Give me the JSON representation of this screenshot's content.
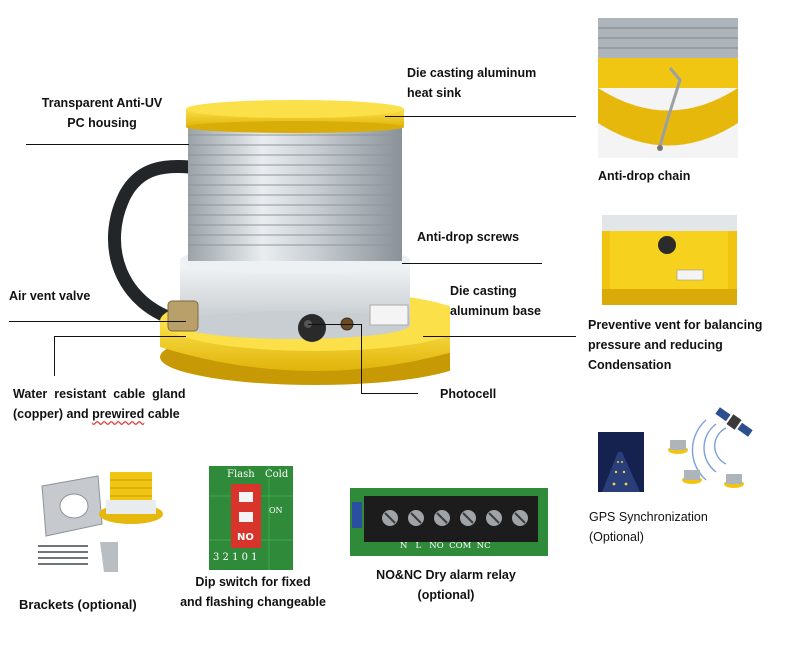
{
  "labels": {
    "heat_sink_1": "Die casting aluminum",
    "heat_sink_2": "heat sink",
    "housing_1": "Transparent Anti-UV",
    "housing_2": "PC housing",
    "anti_drop_chain": "Anti-drop chain",
    "anti_drop_screws": "Anti-drop screws",
    "base_1": "Die casting",
    "base_2": "aluminum base",
    "air_vent": "Air vent valve",
    "vent_1": "Preventive vent for balancing",
    "vent_2": "pressure and reducing",
    "vent_3": "Condensation",
    "gland_1": "Water  resistant  cable  gland",
    "gland_2a": "(copper) and ",
    "gland_2b": "prewired",
    "gland_2c": " cable",
    "photocell": "Photocell",
    "gps_1": "GPS Synchronization",
    "gps_2": "(Optional)",
    "brackets": "Brackets (optional)",
    "dip_1": "Dip switch for fixed",
    "dip_2": "and flashing changeable",
    "relay_1": "NO&NC Dry alarm relay",
    "relay_2": "(optional)"
  },
  "dip_image": {
    "flash": "Flash",
    "cold": "Cold",
    "on": "ON",
    "no": "NO",
    "digits": "3  2  1  0  1"
  },
  "relay_image": {
    "terminals": "N   L   NO  COM  NC"
  },
  "colors": {
    "housing_yellow": "#f2c80f",
    "pcb_green": "#2f8a3a",
    "dip_red": "#d8342b",
    "terminal_black": "#1c1c1c"
  }
}
